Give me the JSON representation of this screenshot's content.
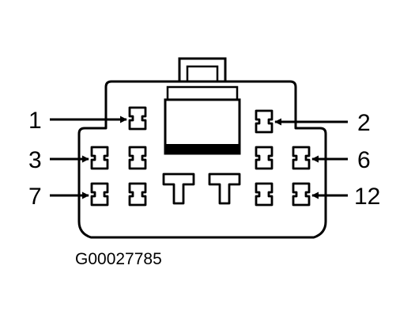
{
  "connector": {
    "pins": [
      {
        "label": "1"
      },
      {
        "label": "2"
      },
      {
        "label": "3"
      },
      {
        "label": "6"
      },
      {
        "label": "7"
      },
      {
        "label": "12"
      }
    ]
  },
  "caption": "G00027785",
  "colors": {
    "line": "#000000",
    "background": "#ffffff"
  }
}
